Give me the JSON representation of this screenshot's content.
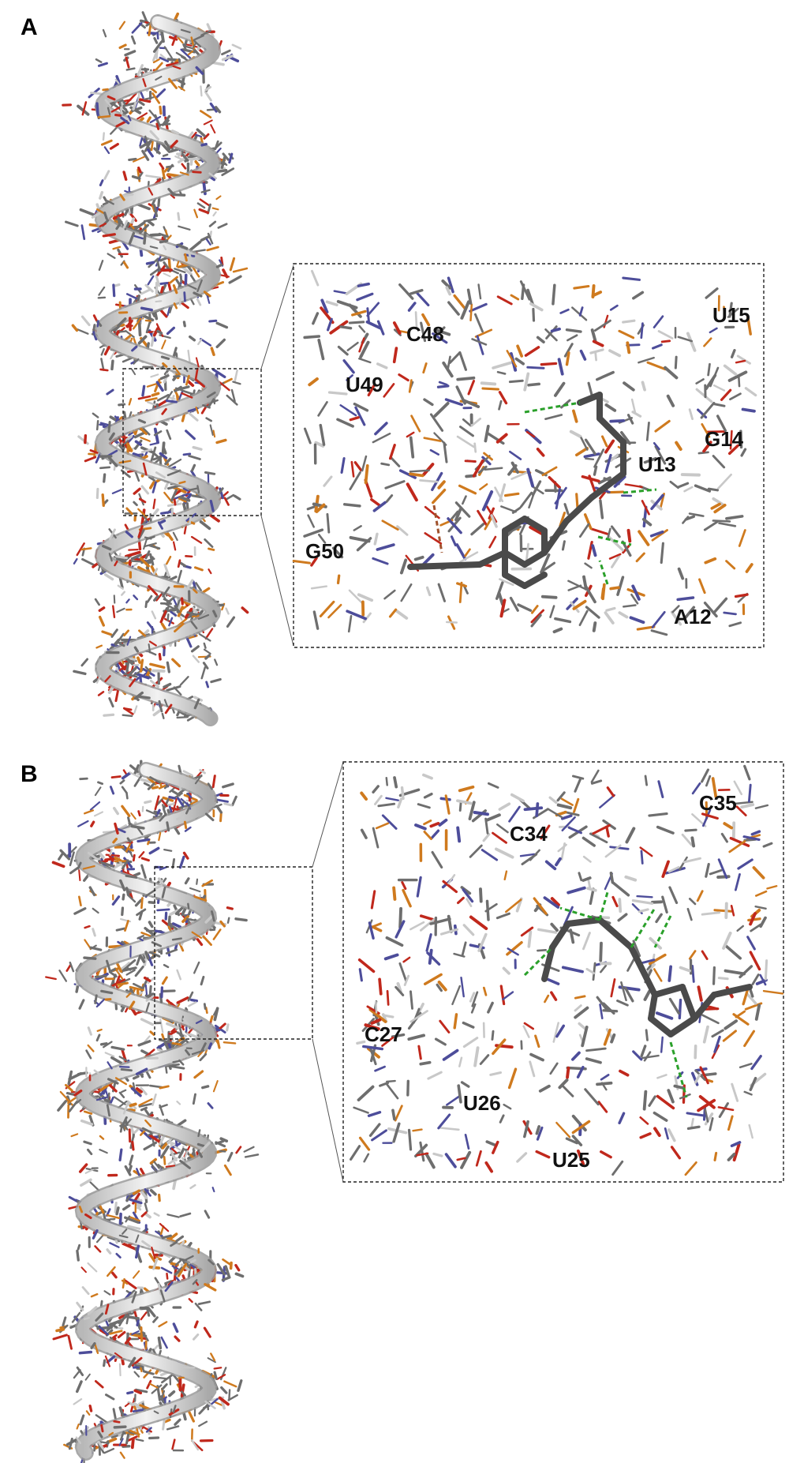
{
  "panels": [
    {
      "letter": "A",
      "residues": [
        "C48",
        "U15",
        "U49",
        "G14",
        "U13",
        "G50",
        "A12"
      ]
    },
    {
      "letter": "B",
      "residues": [
        "C35",
        "C34",
        "C27",
        "U26",
        "U25"
      ]
    }
  ],
  "colors": {
    "ribbon": "#dcdcdc",
    "ribbon_edge": "#9a9a9a",
    "atom_carbon": "#6e6e6e",
    "atom_oxygen": "#c0281c",
    "atom_nitrogen": "#4d4d9a",
    "atom_phosphorus": "#cf7a1e",
    "atom_hydrogen": "#c8c8c8",
    "ligand": "#4a4a4a",
    "hbond": "#2aa02a",
    "pi_interaction": "#a0522d",
    "box_border": "#222222"
  }
}
